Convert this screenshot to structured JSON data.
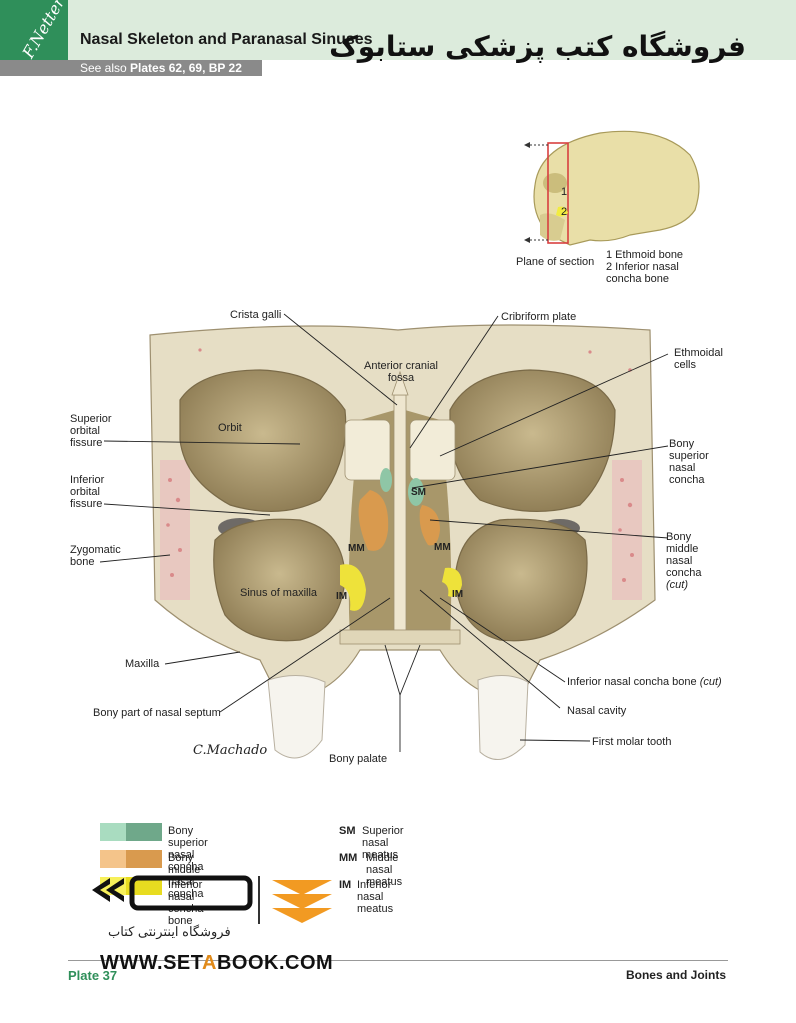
{
  "header": {
    "title": "Nasal Skeleton and Paranasal Sinuses",
    "persian_title": "فروشگاه کتب پزشکی ستابوک",
    "see_also_prefix": "See also ",
    "see_also_refs": "Plates 62, 69, BP 22"
  },
  "inset": {
    "plane_label": "Plane of section",
    "num1": "1",
    "num2": "2",
    "legend1": "1 Ethmoid bone",
    "legend2": "2 Inferior nasal\n   concha bone"
  },
  "labels": {
    "crista_galli": "Crista galli",
    "cribriform_plate": "Cribriform plate",
    "anterior_cranial_fossa": "Anterior cranial\nfossa",
    "ethmoidal_cells": "Ethmoidal\ncells",
    "superior_orbital_fissure": "Superior\norbital\nfissure",
    "orbit": "Orbit",
    "bony_superior_nasal_concha": "Bony\nsuperior\nnasal\nconcha",
    "inferior_orbital_fissure": "Inferior\norbital\nfissure",
    "sm": "SM",
    "bony_middle_nasal_concha": "Bony\nmiddle\nnasal\nconcha",
    "cut": "(cut)",
    "zygomatic_bone": "Zygomatic\nbone",
    "mm": "MM",
    "sinus_of_maxilla": "Sinus of maxilla",
    "im": "IM",
    "maxilla": "Maxilla",
    "inferior_nasal_concha_bone": "Inferior nasal concha bone ",
    "nasal_cavity": "Nasal cavity",
    "bony_part_septum": "Bony part of nasal septum",
    "first_molar": "First molar tooth",
    "bony_palate": "Bony palate",
    "signature": "C.Machado"
  },
  "legend": {
    "items": [
      {
        "text": "Bony superior nasal concha",
        "abbr": "SM",
        "abbr_text": "Superior nasal meatus",
        "c1": "#a9dcc0",
        "c2": "#6fa88a"
      },
      {
        "text": "Bony middle nasal concha",
        "abbr": "MM",
        "abbr_text": "Middle nasal meatus",
        "c1": "#f4c48a",
        "c2": "#d99a4e"
      },
      {
        "text": "Inferior nasal concha bone",
        "abbr": "IM",
        "abbr_text": "Inferior nasal meatus",
        "c1": "#f7f05a",
        "c2": "#e8dc20"
      }
    ]
  },
  "footer": {
    "plate": "Plate 37",
    "section": "Bones and Joints",
    "site_pre": "WWW.SET",
    "site_a": "A",
    "site_post": "BOOK.COM",
    "wm_persian": "فروشگاه اینترنتی کتاب"
  },
  "colors": {
    "accent": "#2f8f5a",
    "bone": "#e8e0c6",
    "bone_shadow": "#b8aa82",
    "marrow": "#d98a8a"
  }
}
